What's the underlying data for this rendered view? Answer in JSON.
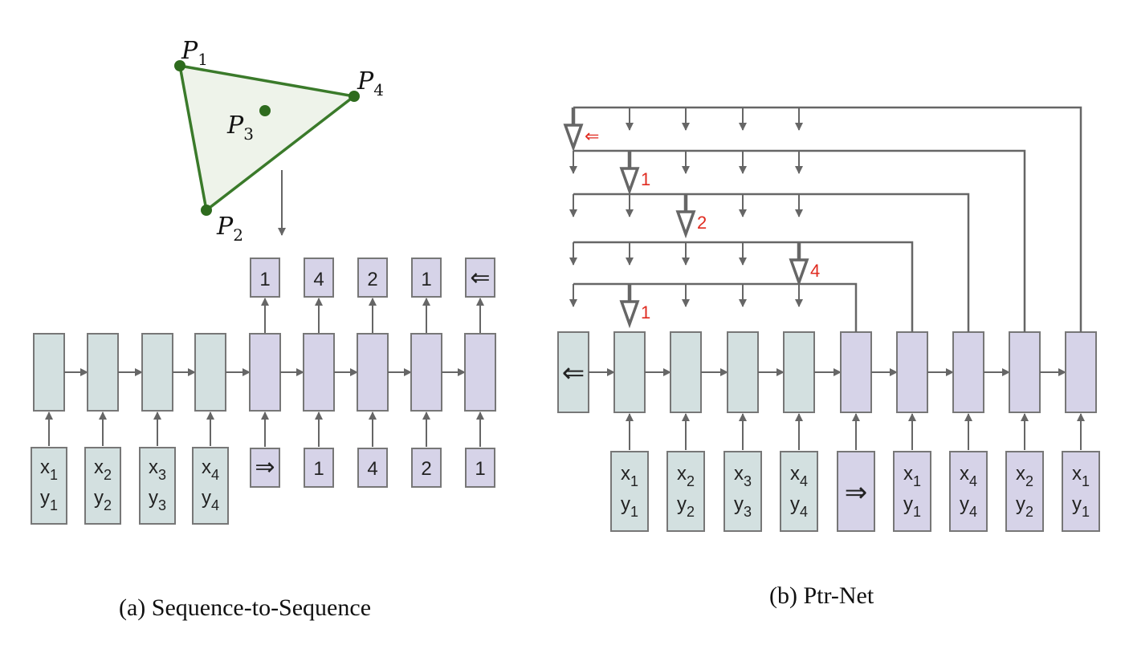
{
  "triangle": {
    "points": [
      {
        "id": "P1",
        "letter": "P",
        "sub": "1"
      },
      {
        "id": "P2",
        "letter": "P",
        "sub": "2"
      },
      {
        "id": "P3",
        "letter": "P",
        "sub": "3"
      },
      {
        "id": "P4",
        "letter": "P",
        "sub": "4"
      }
    ]
  },
  "seq2seq": {
    "caption": "(a) Sequence-to-Sequence",
    "encoder_inputs": [
      {
        "x": "x",
        "xs": "1",
        "y": "y",
        "ys": "1"
      },
      {
        "x": "x",
        "xs": "2",
        "y": "y",
        "ys": "2"
      },
      {
        "x": "x",
        "xs": "3",
        "y": "y",
        "ys": "3"
      },
      {
        "x": "x",
        "xs": "4",
        "y": "y",
        "ys": "4"
      }
    ],
    "decoder_inputs": [
      "⇒",
      "1",
      "4",
      "2",
      "1"
    ],
    "decoder_outputs": [
      "1",
      "4",
      "2",
      "1",
      "⇐"
    ]
  },
  "ptrnet": {
    "caption": "(b) Ptr-Net",
    "start_cell_symbol": "⇐",
    "pointer_labels": [
      "⇐",
      "1",
      "2",
      "4",
      "1"
    ],
    "encoder_inputs": [
      {
        "x": "x",
        "xs": "1",
        "y": "y",
        "ys": "1"
      },
      {
        "x": "x",
        "xs": "2",
        "y": "y",
        "ys": "2"
      },
      {
        "x": "x",
        "xs": "3",
        "y": "y",
        "ys": "3"
      },
      {
        "x": "x",
        "xs": "4",
        "y": "y",
        "ys": "4"
      }
    ],
    "decoder_start_symbol": "⇒",
    "decoder_inputs": [
      {
        "x": "x",
        "xs": "1",
        "y": "y",
        "ys": "1"
      },
      {
        "x": "x",
        "xs": "4",
        "y": "y",
        "ys": "4"
      },
      {
        "x": "x",
        "xs": "2",
        "y": "y",
        "ys": "2"
      },
      {
        "x": "x",
        "xs": "1",
        "y": "y",
        "ys": "1"
      }
    ]
  },
  "colors": {
    "encoder_fill": "#d3e0e0",
    "decoder_fill": "#d6d3e8",
    "box_stroke": "#777777",
    "arrow": "#666666",
    "triangle_fill": "#eef3ea",
    "triangle_stroke": "#3a7a2a",
    "point_fill": "#2e6b1e",
    "pointer_label": "#e02b20"
  }
}
